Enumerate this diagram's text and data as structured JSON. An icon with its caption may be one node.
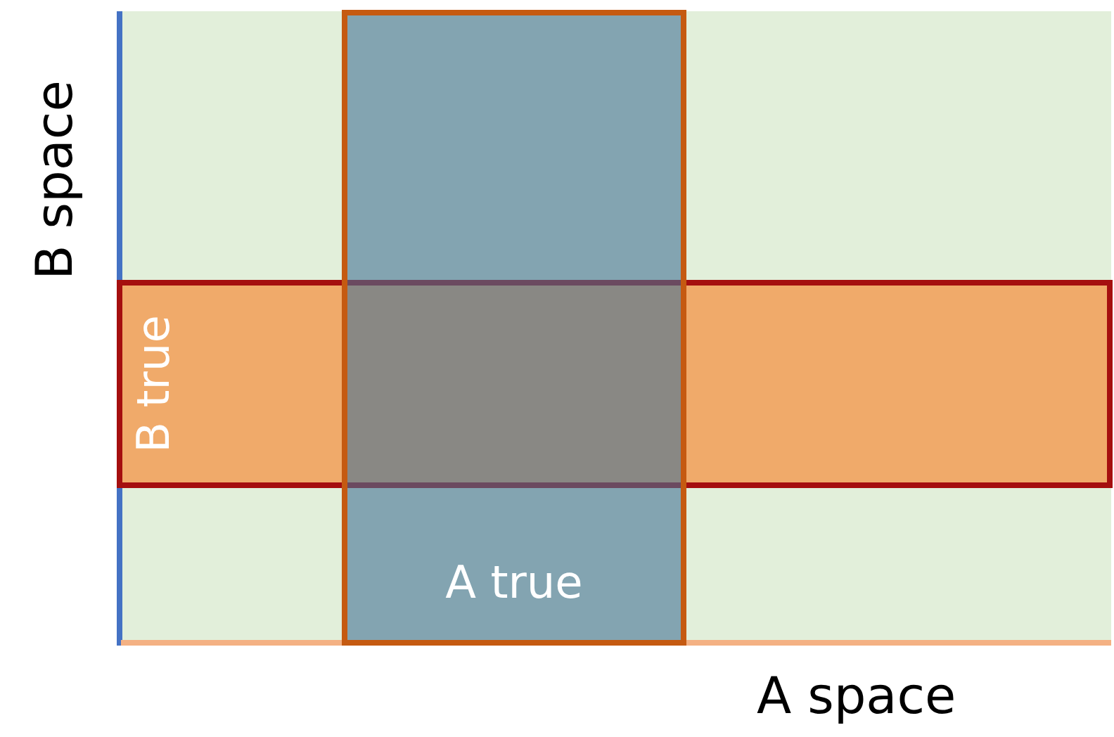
{
  "diagram": {
    "nodes": [
      {
        "text": [
          "B true"
        ]
      },
      {
        "text": [
          "A true"
        ]
      }
    ],
    "edges": [],
    "labels": [
      "B space",
      "A space"
    ]
  }
}
